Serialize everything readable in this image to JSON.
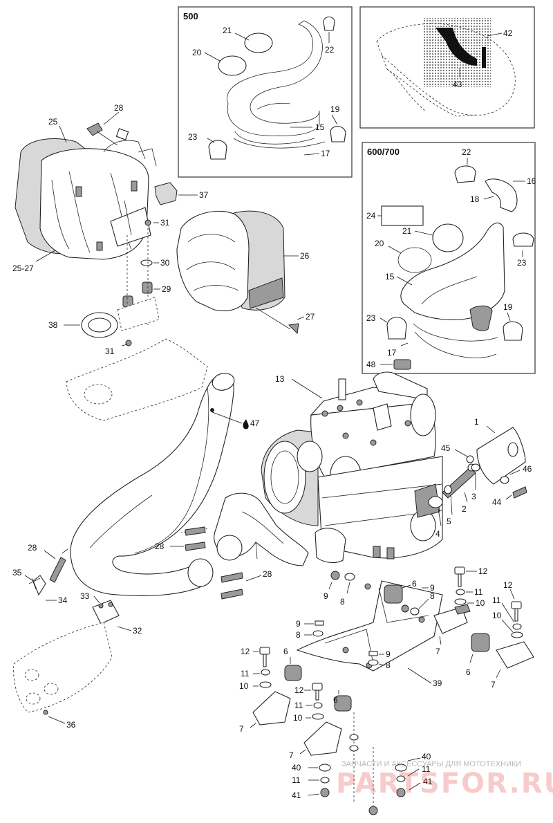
{
  "insets": {
    "box500": {
      "title": "500"
    },
    "box600": {
      "title": "600/700"
    }
  },
  "watermark": {
    "tagline": "ЗАПЧАСТИ И АКСЕССУАРЫ ДЛЯ МОТОТЕХНИКИ",
    "brand": "PARTSFOR.RU"
  },
  "labels": {
    "l1": "1",
    "l2": "2",
    "l3": "3",
    "l4": "4",
    "l5": "5",
    "l6a": "6",
    "l6b": "6",
    "l6c": "6",
    "l6d": "6",
    "l7a": "7",
    "l7b": "7",
    "l7c": "7",
    "l7d": "7",
    "l8a": "8",
    "l8b": "8",
    "l8c": "8",
    "l8d": "8",
    "l9a": "9",
    "l9b": "9",
    "l9c": "9",
    "l9d": "9",
    "l10a": "10",
    "l10b": "10",
    "l10c": "10",
    "l11a": "11",
    "l11b": "11",
    "l11c": "11",
    "l11d": "11",
    "l11e": "11",
    "l12a": "12",
    "l12b": "12",
    "l12c": "12",
    "l13": "13",
    "l15a": "15",
    "l15b": "15",
    "l16": "16",
    "l17a": "17",
    "l17b": "17",
    "l18": "18",
    "l19a": "19",
    "l19b": "19",
    "l20a": "20",
    "l20b": "20",
    "l21a": "21",
    "l21b": "21",
    "l22a": "22",
    "l22b": "22",
    "l23a": "23",
    "l23b": "23",
    "l23c": "23",
    "l24": "24",
    "l25": "25",
    "l2527": "25-27",
    "l26": "26",
    "l27": "27",
    "l28a": "28",
    "l28b": "28",
    "l28c": "28",
    "l28d": "28",
    "l29": "29",
    "l30": "30",
    "l31a": "31",
    "l31b": "31",
    "l32": "32",
    "l33": "33",
    "l34": "34",
    "l35": "35",
    "l36": "36",
    "l37": "37",
    "l38": "38",
    "l39": "39",
    "l40a": "40",
    "l40b": "40",
    "l41a": "41",
    "l41b": "41",
    "l42": "42",
    "l43": "43",
    "l44": "44",
    "l45": "45",
    "l46": "46",
    "l47": "47",
    "l48": "48"
  }
}
